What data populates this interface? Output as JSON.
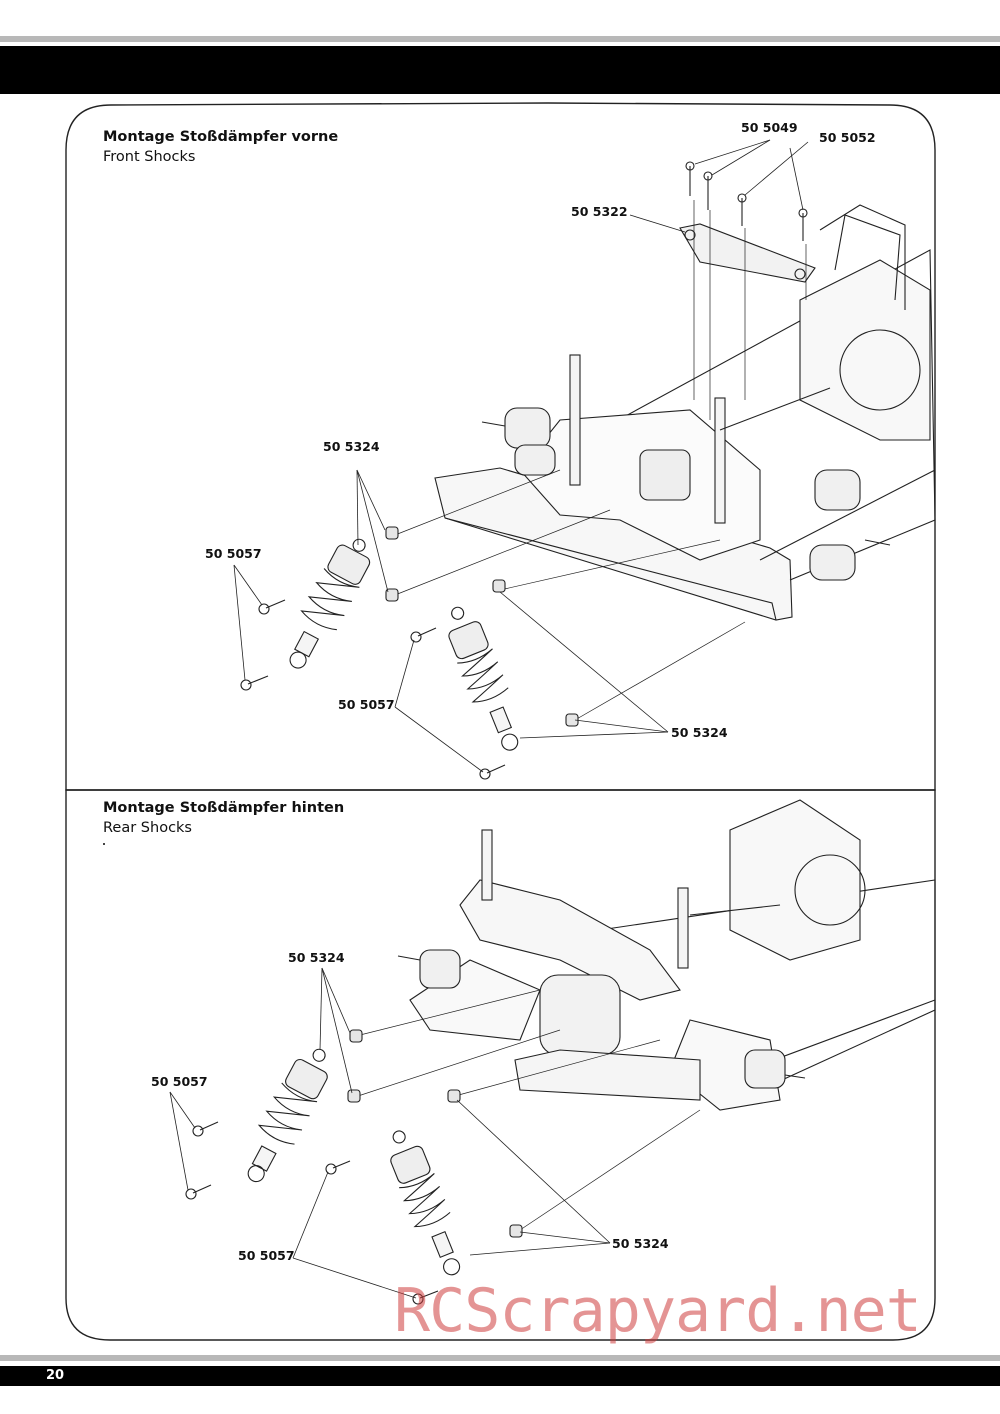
{
  "page": {
    "number": "20"
  },
  "sections": [
    {
      "title_de": "Montage Stoßdämpfer vorne",
      "title_en": "Front Shocks",
      "callouts": [
        "50 5049",
        "50 5052",
        "50 5322",
        "50 5324",
        "50 5057",
        "50 5057",
        "50 5324"
      ]
    },
    {
      "title_de": "Montage Stoßdämpfer hinten",
      "title_en": "Rear Shocks",
      "callouts": [
        "50 5324",
        "50 5057",
        "50 5057",
        "50 5324"
      ]
    }
  ],
  "watermark": {
    "text": "RCScrapyard.net",
    "color": "#cd3c3c"
  }
}
